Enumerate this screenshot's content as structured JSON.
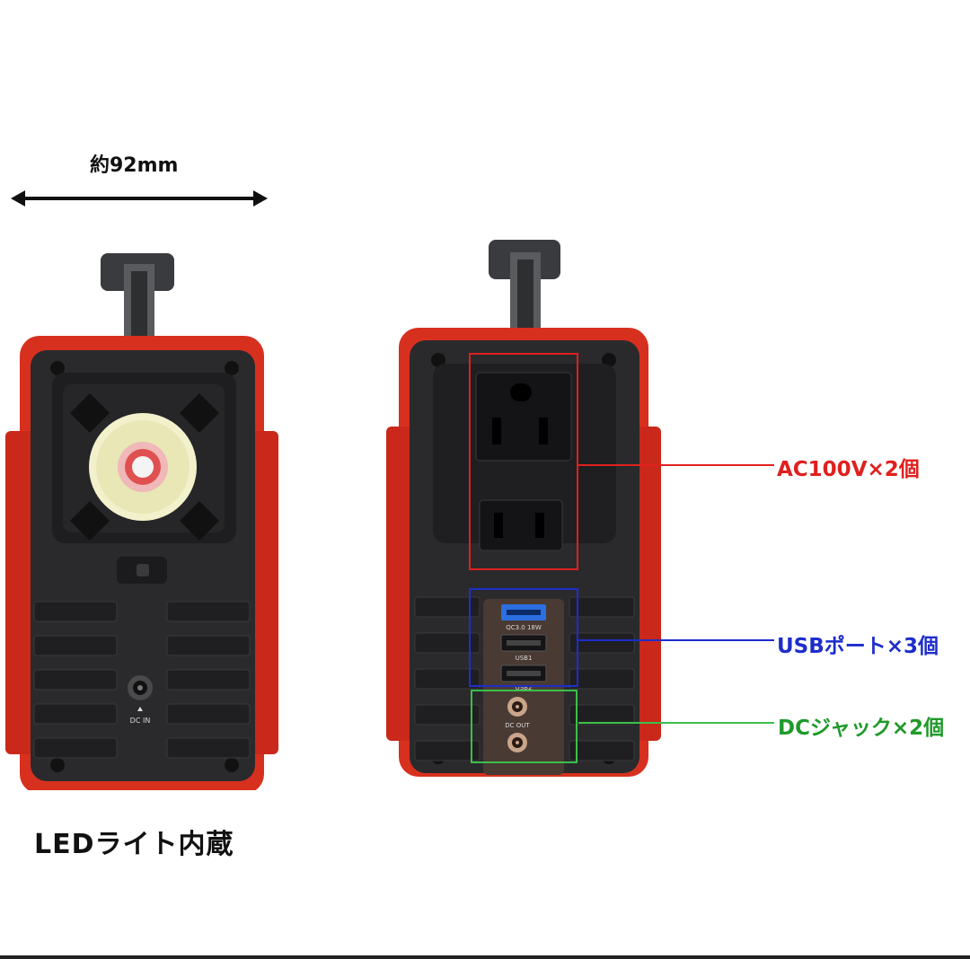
{
  "dimension": {
    "label": "約92mm"
  },
  "left_device": {
    "caption": "LEDライト内蔵",
    "port_label": "DC IN"
  },
  "right_device": {
    "usb_port_labels": [
      "QC3.0 18W",
      "USB1",
      "USB2"
    ],
    "dc_label": "DC OUT"
  },
  "callouts": {
    "ac": "AC100V×2個",
    "usb": "USBポート×3個",
    "dc": "DCジャック×2個"
  },
  "colors": {
    "ac": "#e0201f",
    "usb": "#1d2dcc",
    "dc": "#3cc04a",
    "device_body": "#d8301f",
    "device_panel": "#2a2a2c"
  }
}
